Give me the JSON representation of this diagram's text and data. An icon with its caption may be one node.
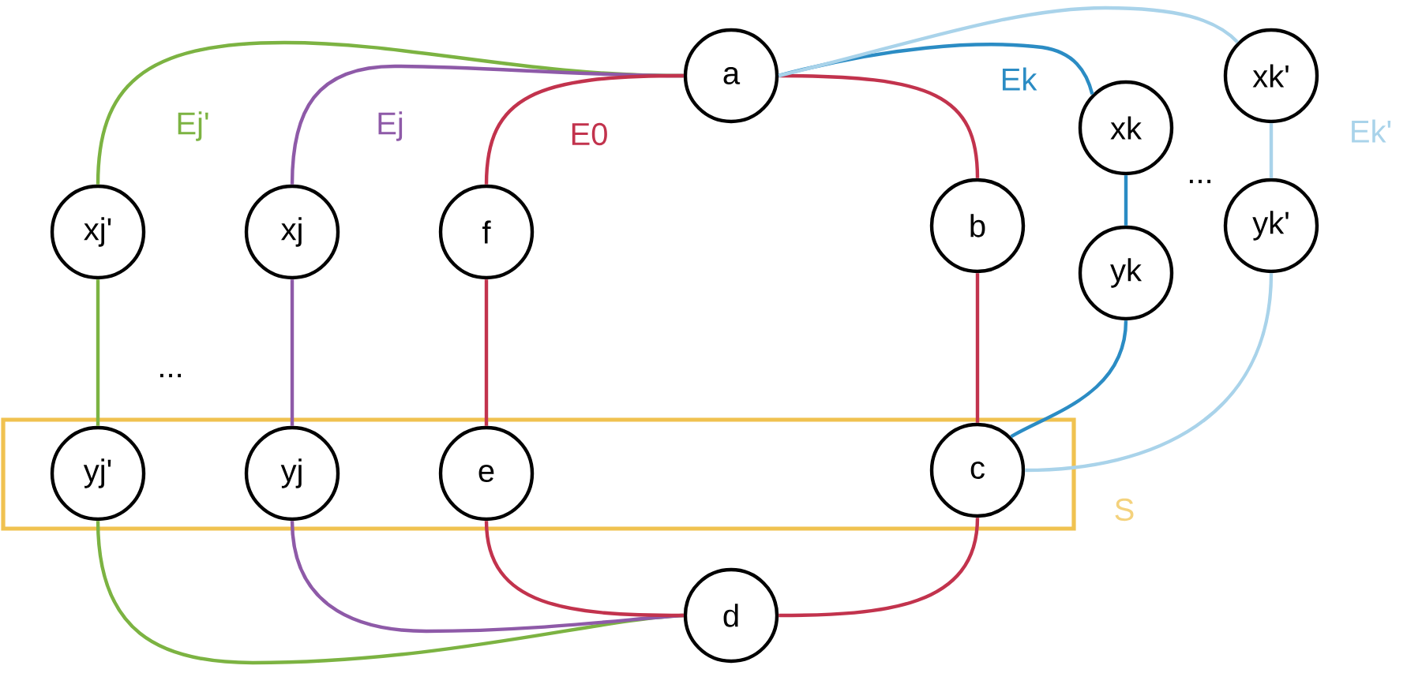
{
  "diagram": {
    "nodes": [
      {
        "text": [
          "a"
        ]
      },
      {
        "text": [
          "xk'"
        ]
      },
      {
        "text": [
          "xk"
        ]
      },
      {
        "text": [
          "xj'"
        ]
      },
      {
        "text": [
          "xj"
        ]
      },
      {
        "text": [
          "f"
        ]
      },
      {
        "text": [
          "b"
        ]
      },
      {
        "text": [
          "yk'"
        ]
      },
      {
        "text": [
          "yk"
        ]
      },
      {
        "text": [
          "S"
        ]
      },
      {
        "text": [
          "yj'"
        ],
        "in": 9
      },
      {
        "text": [
          "yj"
        ],
        "in": 9
      },
      {
        "text": [
          "e"
        ],
        "in": 9
      },
      {
        "text": [
          "c"
        ],
        "in": 9
      },
      {
        "text": [
          "d"
        ]
      }
    ],
    "edges": [
      {
        "from": 0,
        "to": 3,
        "arrow": "none",
        "label": "Ej'",
        "color": "#7cb342"
      },
      {
        "from": 3,
        "to": 10,
        "arrow": "none",
        "color": "#7cb342"
      },
      {
        "from": 10,
        "to": 14,
        "arrow": "none",
        "color": "#7cb342"
      },
      {
        "from": 0,
        "to": 4,
        "arrow": "none",
        "label": "Ej",
        "color": "#8e5aa8"
      },
      {
        "from": 4,
        "to": 11,
        "arrow": "none",
        "color": "#8e5aa8"
      },
      {
        "from": 11,
        "to": 14,
        "arrow": "none",
        "color": "#8e5aa8"
      },
      {
        "from": 0,
        "to": 5,
        "arrow": "none",
        "label": "E0",
        "color": "#c2334d"
      },
      {
        "from": 5,
        "to": 12,
        "arrow": "none",
        "color": "#c2334d"
      },
      {
        "from": 12,
        "to": 14,
        "arrow": "none",
        "color": "#c2334d"
      },
      {
        "from": 0,
        "to": 6,
        "arrow": "none",
        "color": "#c2334d"
      },
      {
        "from": 6,
        "to": 13,
        "arrow": "none",
        "color": "#c2334d"
      },
      {
        "from": 13,
        "to": 14,
        "arrow": "none",
        "color": "#c2334d"
      },
      {
        "from": 0,
        "to": 2,
        "arrow": "none",
        "label": "Ek",
        "color": "#2b8cc4"
      },
      {
        "from": 2,
        "to": 8,
        "arrow": "none",
        "color": "#2b8cc4"
      },
      {
        "from": 8,
        "to": 13,
        "arrow": "none",
        "color": "#2b8cc4"
      },
      {
        "from": 0,
        "to": 1,
        "arrow": "none",
        "label": "Ek'",
        "color": "#a9d3ea"
      },
      {
        "from": 1,
        "to": 7,
        "arrow": "none",
        "color": "#a9d3ea"
      },
      {
        "from": 7,
        "to": 13,
        "arrow": "none",
        "color": "#a9d3ea"
      }
    ],
    "labels": [
      "...",
      "..."
    ]
  }
}
